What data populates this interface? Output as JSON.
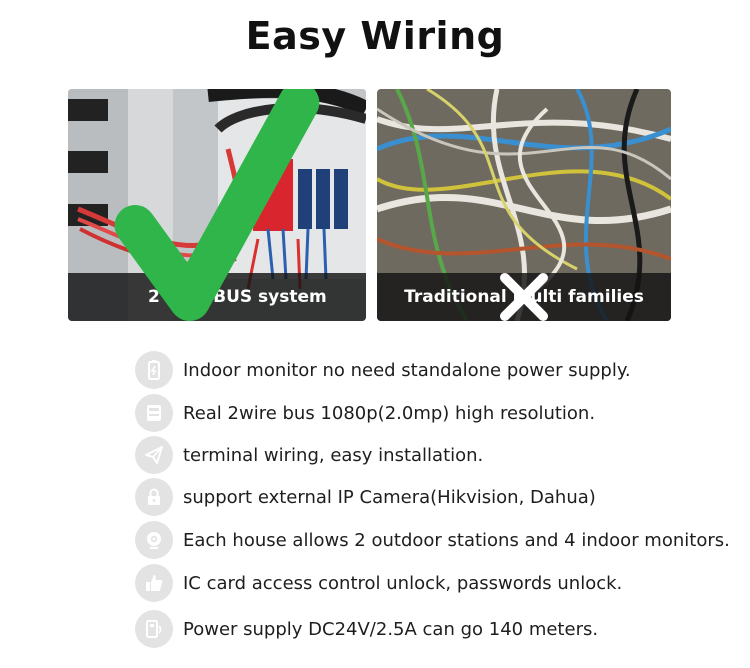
{
  "title": "Easy Wiring",
  "panels": {
    "left": {
      "caption": "2 wire BUS system",
      "mark": "check-icon",
      "mark_color": "#2fb54a"
    },
    "right": {
      "caption": "Traditional multi families",
      "mark": "cross-icon"
    }
  },
  "features": [
    {
      "icon": "battery-icon",
      "text": "Indoor monitor no need standalone power supply."
    },
    {
      "icon": "bus-wire-icon",
      "text": "Real 2wire bus 1080p(2.0mp) high resolution."
    },
    {
      "icon": "paper-plane-icon",
      "text": "terminal wiring, easy installation."
    },
    {
      "icon": "lock-icon",
      "text": "support external IP Camera(Hikvision, Dahua)"
    },
    {
      "icon": "webcam-icon",
      "text": "Each house allows 2 outdoor stations and 4 indoor monitors."
    },
    {
      "icon": "thumbs-up-icon",
      "text": "IC card access control unlock, passwords unlock."
    },
    {
      "icon": "power-supply-icon",
      "text": "Power supply DC24V/2.5A can go 140 meters."
    }
  ]
}
